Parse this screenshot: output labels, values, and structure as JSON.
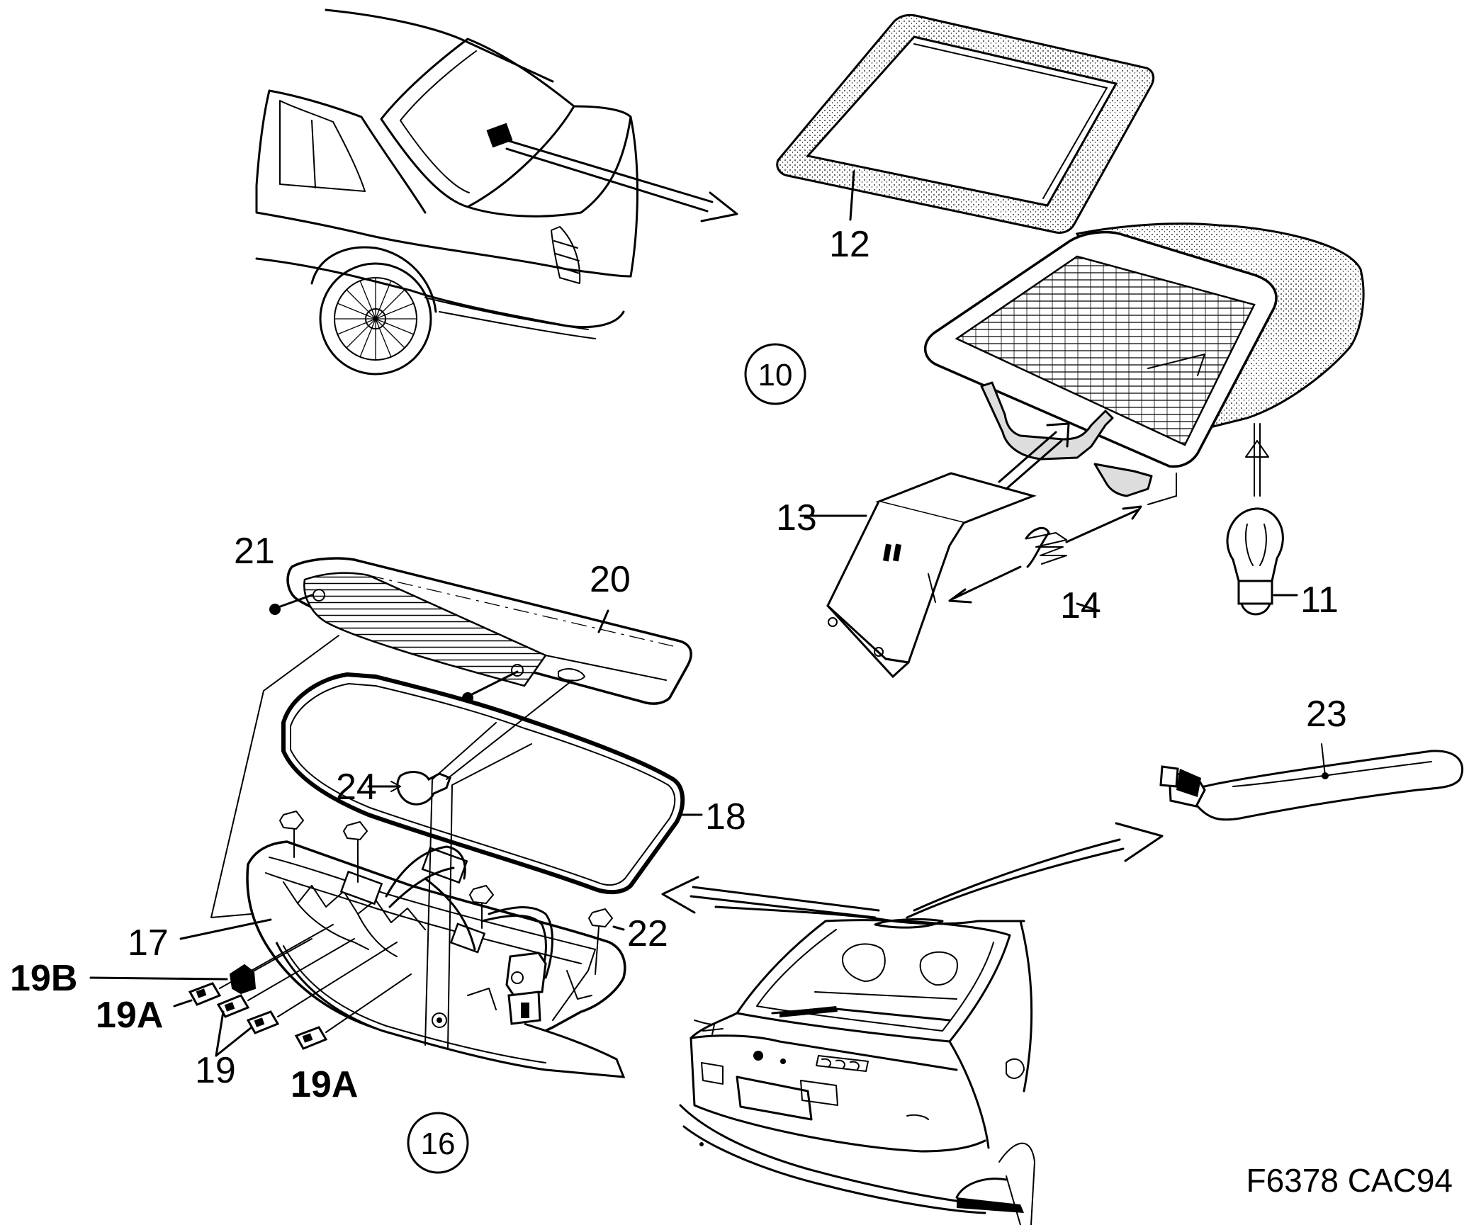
{
  "drawing_code": "F6378 CAC94",
  "group_refs": {
    "g10": "10",
    "g16": "16"
  },
  "labels": {
    "p11": "11",
    "p12": "12",
    "p13": "13",
    "p14": "14",
    "p17": "17",
    "p18": "18",
    "p19": "19",
    "p19A_left": "19A",
    "p19A_bottom": "19A",
    "p19B": "19B",
    "p20": "20",
    "p21": "21",
    "p22": "22",
    "p23": "23",
    "p24": "24"
  }
}
